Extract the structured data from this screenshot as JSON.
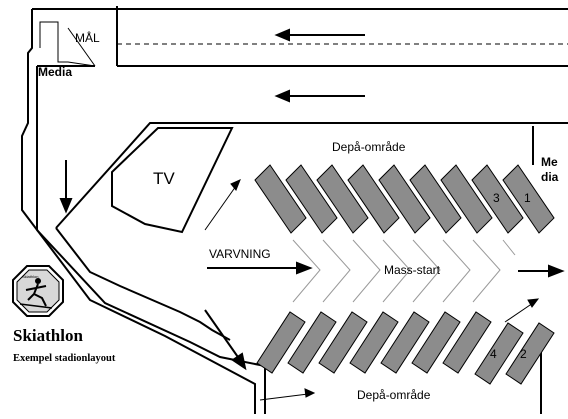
{
  "labels": {
    "finish": "MÅL",
    "media_left": "Media",
    "media_right_line1": "Me",
    "media_right_line2": "dia",
    "tv": "TV",
    "depot_top": "Depå-område",
    "depot_bottom": "Depå-område",
    "warmup": "VARVNING",
    "mass_start": "Mass-start"
  },
  "stall_numbers": {
    "top_a": "3",
    "top_b": "1",
    "bottom_a": "4",
    "bottom_b": "2"
  },
  "logo": {
    "badge_text": "Skiathlon",
    "title": "Skiathlon",
    "subtitle": "Exempel stadionlayout"
  },
  "colors": {
    "stall_fill": "#8c8c8c",
    "line": "#000000",
    "chevron": "#9a9a9a",
    "background": "#ffffff"
  }
}
